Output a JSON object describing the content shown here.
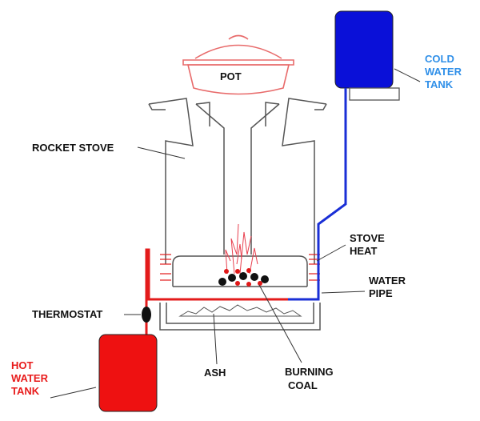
{
  "colors": {
    "outline": "#555555",
    "cold_pipe": "#1a2fd6",
    "hot_pipe": "#e31b1b",
    "cold_tank": "#0a10d8",
    "hot_tank": "#ee1111",
    "pot": "#e86b6b",
    "flame": "#e8404f",
    "label_default": "#111111",
    "label_cold": "#2f8fe8",
    "label_hot": "#e81c1c",
    "coal_black": "#111111",
    "coal_red": "#e01818"
  },
  "labels": {
    "pot": "POT",
    "rocket_stove": "ROCKET STOVE",
    "cold_tank": [
      "COLD",
      "WATER",
      "TANK"
    ],
    "stove_heat": [
      "STOVE",
      "HEAT"
    ],
    "water_pipe": [
      "WATER",
      "PIPE"
    ],
    "thermostat": "THERMOSTAT",
    "hot_tank": [
      "HOT",
      "WATER",
      "TANK"
    ],
    "ash": "ASH",
    "burning_coal": [
      "BURNING",
      "COAL"
    ]
  }
}
